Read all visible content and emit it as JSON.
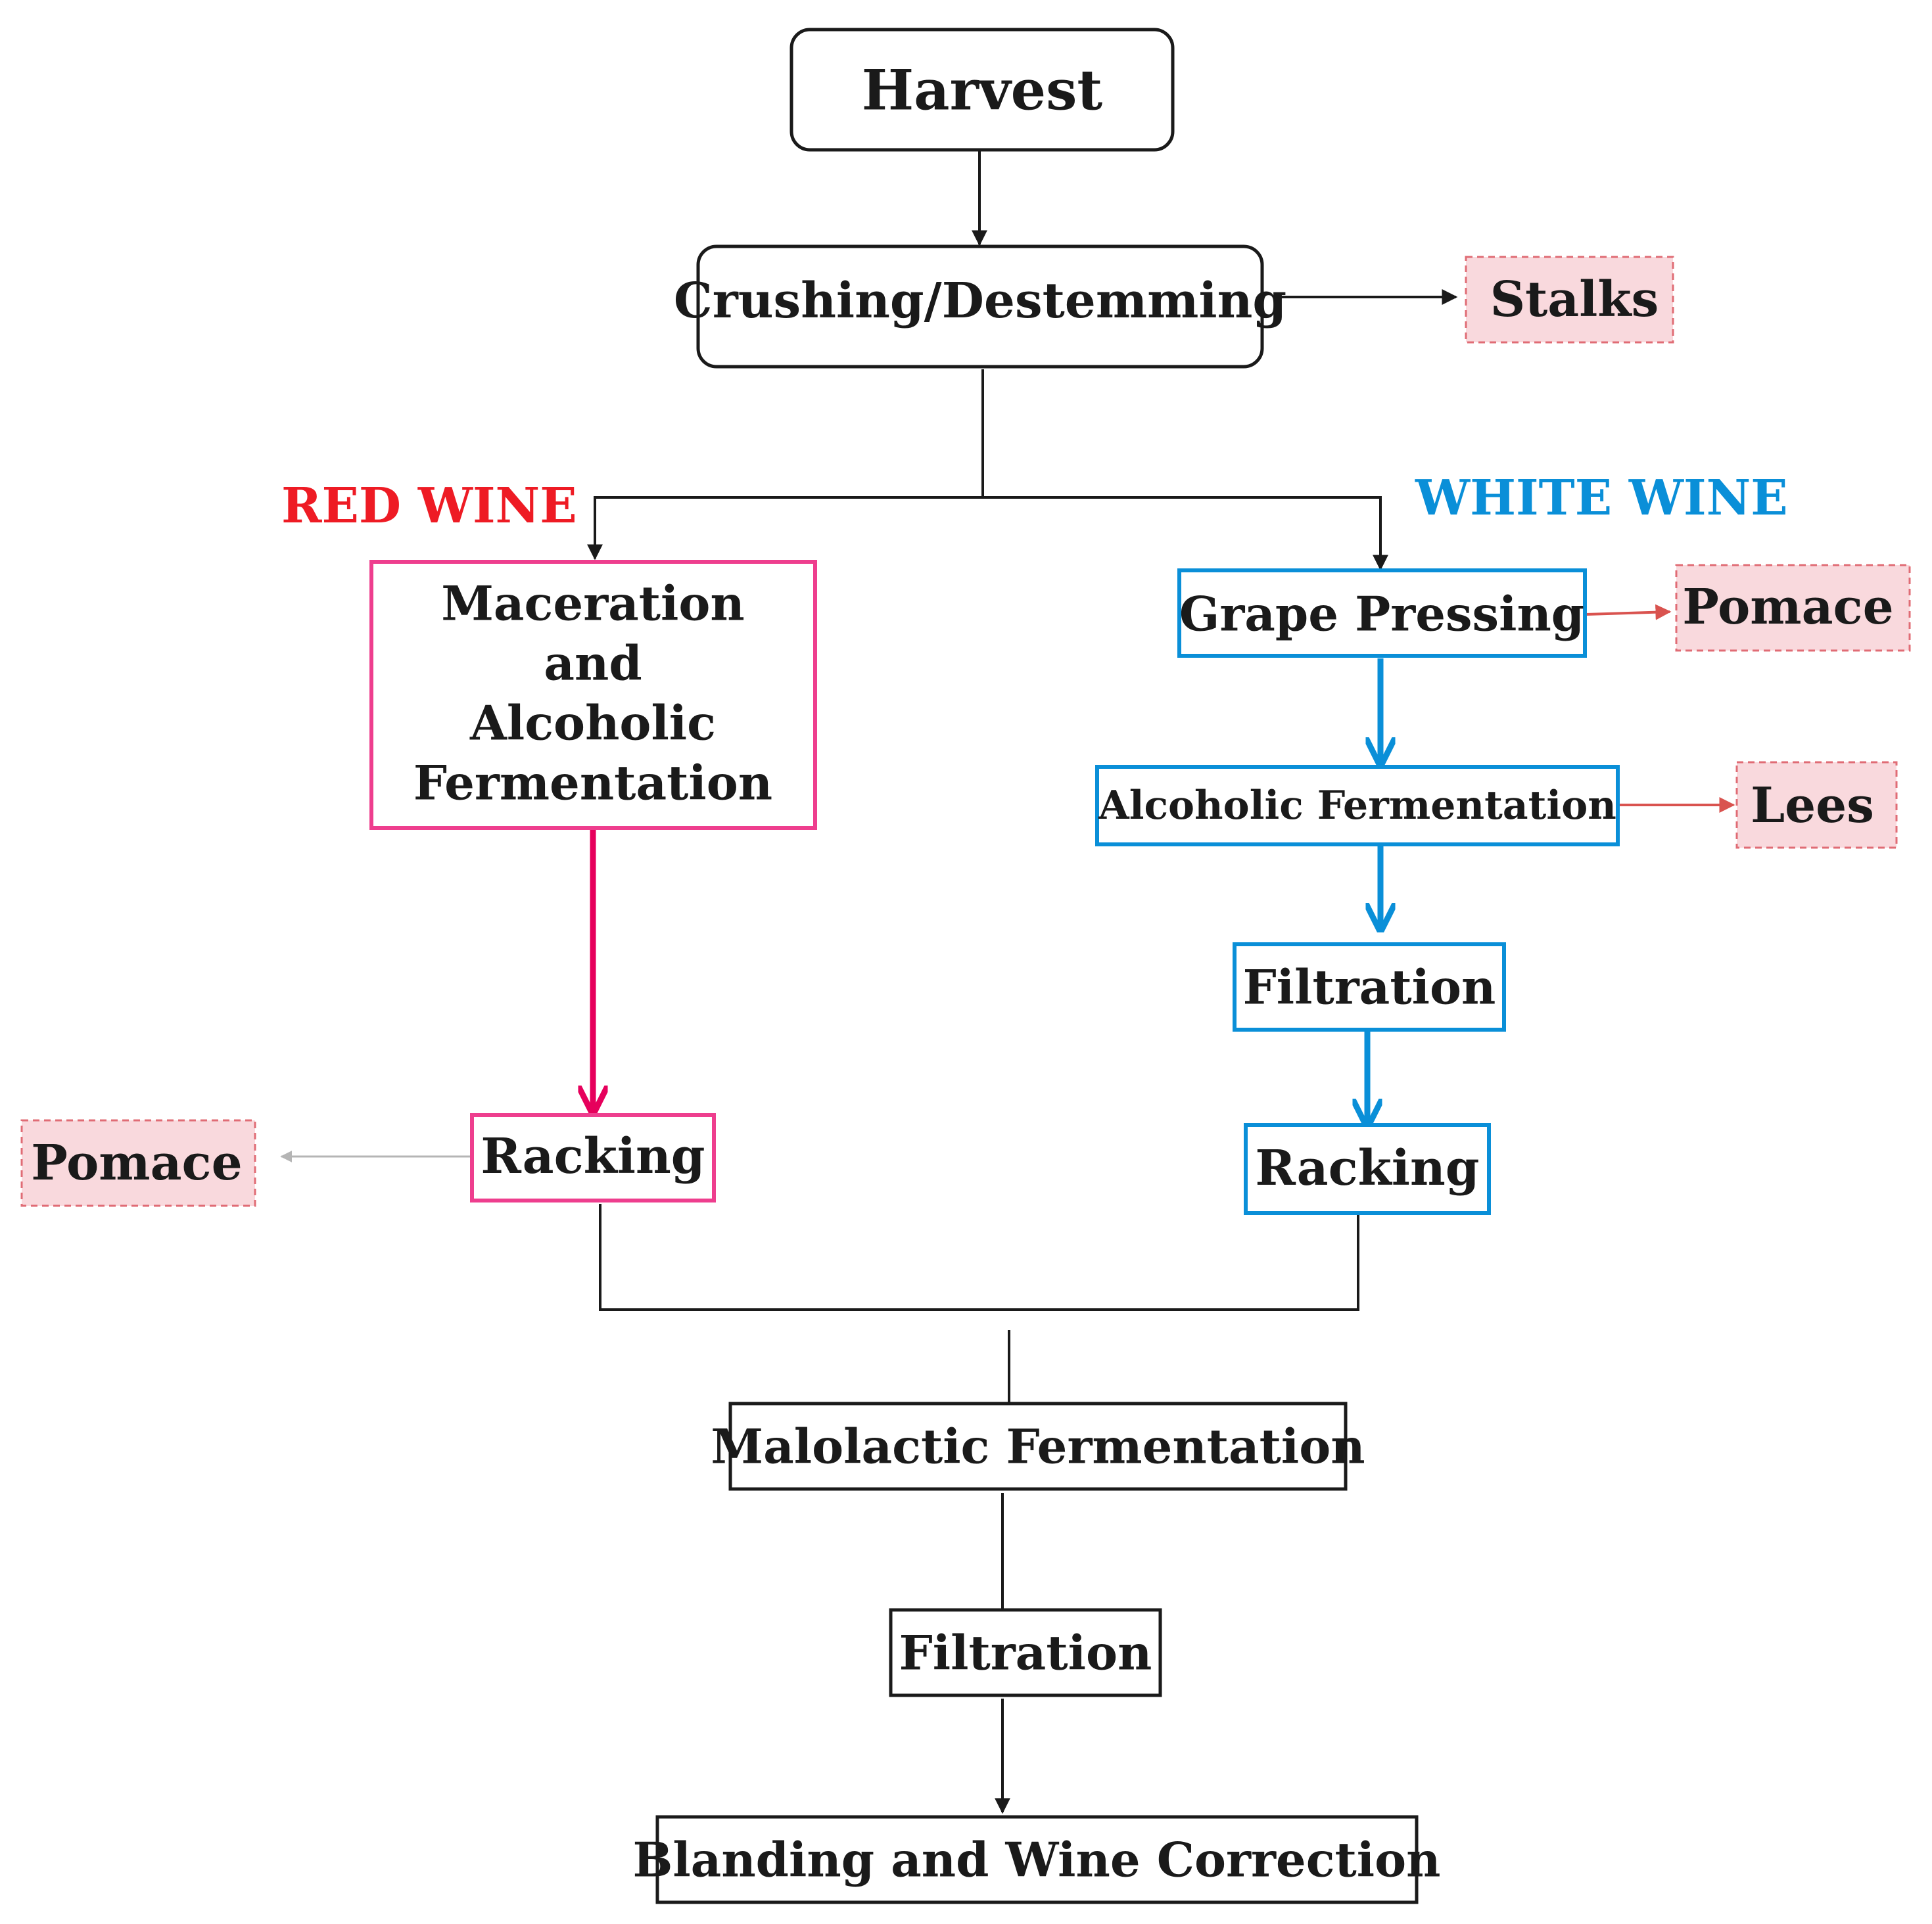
{
  "branches": {
    "red": {
      "label": "RED WINE",
      "color": "#ee1b24"
    },
    "white": {
      "label": "WHITE WINE",
      "color": "#0a8fd8"
    }
  },
  "colors": {
    "main": "#1a1a1a",
    "red_flow": "#e6005c",
    "red_box": "#ee3e8e",
    "white_flow": "#0a8fd8",
    "waste_fill": "#f9d9dd",
    "waste_border": "#e06c75",
    "waste_arrow": "#d9534f",
    "grey_arrow": "#b5b5b5"
  },
  "steps": {
    "harvest": "Harvest",
    "crushing": "Crushing/Destemming",
    "maceration": [
      "Maceration",
      "and",
      "Alcoholic",
      "Fermentation"
    ],
    "racking_red": "Racking",
    "grape_pressing": "Grape Pressing",
    "alcoholic_fermentation": "Alcoholic Fermentation",
    "filtration_white": "Filtration",
    "racking_white": "Racking",
    "malolactic": "Malolactic Fermentation",
    "filtration_final": "Filtration",
    "blending": "Blanding and Wine Correction"
  },
  "byproducts": {
    "stalks": "Stalks",
    "pomace_white": "Pomace",
    "lees": "Lees",
    "pomace_red": "Pomace"
  }
}
